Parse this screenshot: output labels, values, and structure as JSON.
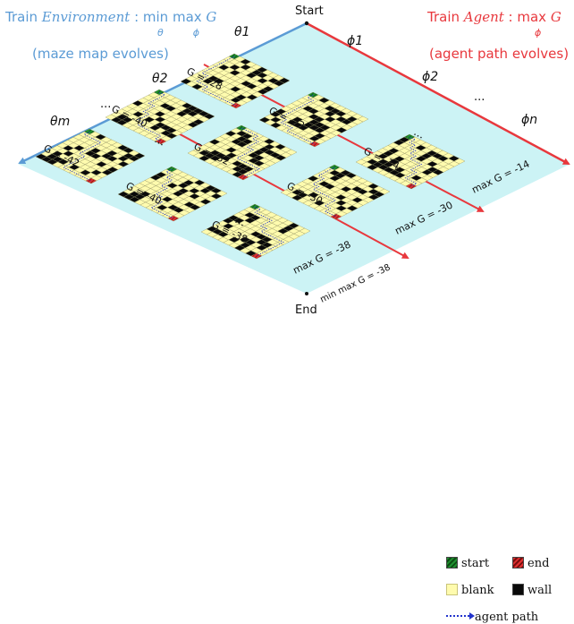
{
  "header_left": {
    "prefix": "Train ",
    "emph": "Environment",
    "suffix": " : min max ",
    "g": "G",
    "sub_theta": "θ",
    "sub_phi": "ϕ",
    "caption": "(maze map evolves)"
  },
  "header_right": {
    "prefix": "Train ",
    "emph": "Agent",
    "suffix": " : max ",
    "g": "G",
    "sub_phi": "ϕ",
    "caption": "(agent path evolves)"
  },
  "start_label": "Start",
  "end_label": "End",
  "theta_labels": [
    "θ1",
    "θ2",
    "θm"
  ],
  "phi_labels": [
    "ϕ1",
    "ϕ2",
    "ϕn"
  ],
  "ellipsis": "...",
  "g_labels": [
    "G = -28",
    "G = -22",
    "G = -14",
    "G = -40",
    "G = -32",
    "G = -30",
    "G = -42",
    "G = -40",
    "G = -38"
  ],
  "max_labels": [
    "max G = -14",
    "max G = -30",
    "max G = -38"
  ],
  "min_max_label": "min max G = -38",
  "legend": {
    "start": "start",
    "end": "end",
    "blank": "blank",
    "wall": "wall",
    "path": "agent path"
  },
  "colors": {
    "plane": "#ccf3f5",
    "blue_axis": "#5b9bd5",
    "red_axis": "#e8383d",
    "blank": "#fffbae",
    "wall": "#0a0a0a",
    "start": "#1f8f2f",
    "end": "#e03030",
    "path": "#2233cc"
  }
}
